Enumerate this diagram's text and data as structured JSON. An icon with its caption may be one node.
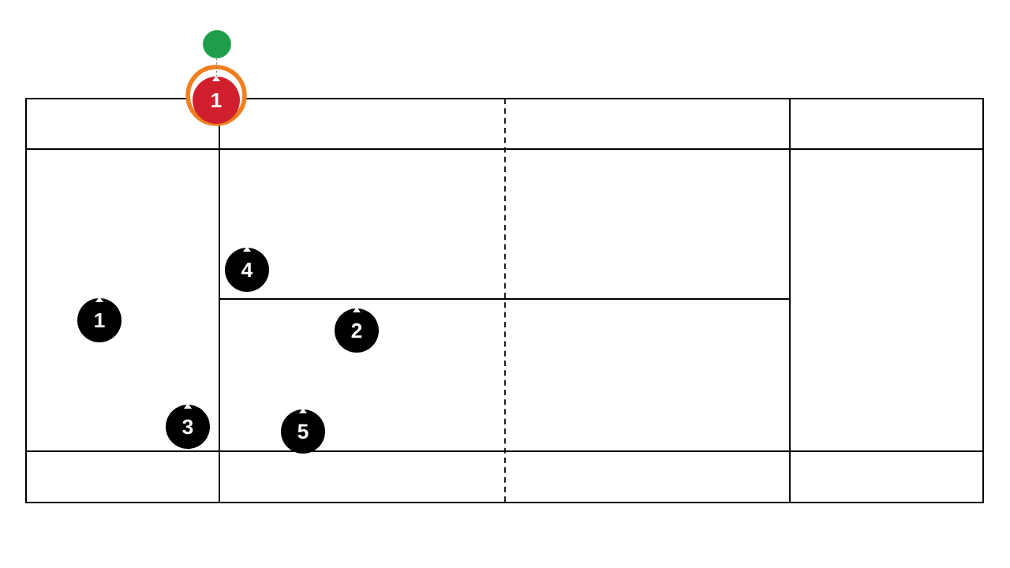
{
  "diagram": {
    "nodes": [
      {
        "text": [],
        "shape": "circle"
      },
      {
        "text": [
          "1"
        ]
      },
      {
        "text": [
          "4"
        ]
      },
      {
        "text": [
          "1"
        ]
      },
      {
        "text": [
          "2"
        ]
      },
      {
        "text": [
          "3"
        ]
      },
      {
        "text": [
          "5"
        ]
      }
    ],
    "edges": [
      {
        "from": 0,
        "to": 1,
        "arrow": "none",
        "style": "dashed"
      }
    ]
  }
}
